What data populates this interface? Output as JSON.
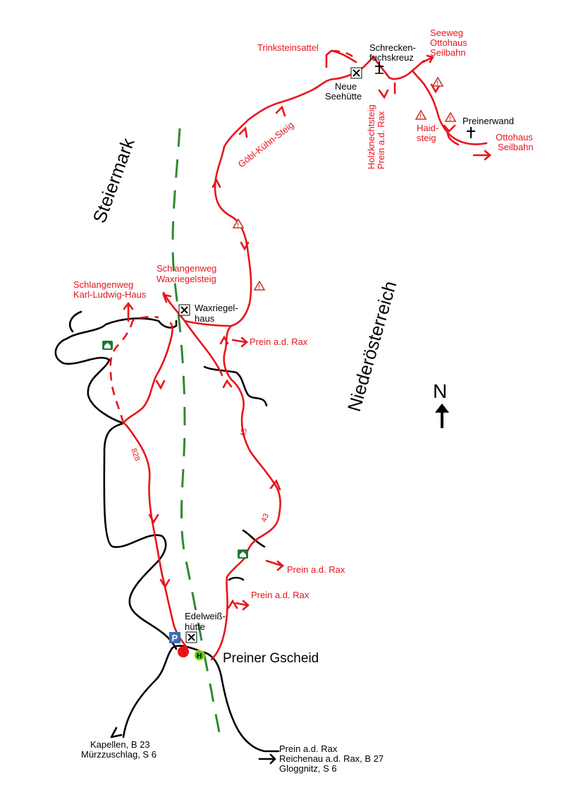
{
  "regions": {
    "left": "Steiermark",
    "right": "Niederösterreich"
  },
  "north_arrow": {
    "label": "N"
  },
  "place_labels": {
    "preiner_gscheid": "Preiner Gscheid",
    "edelweiss_1": "Edelweiß-",
    "edelweiss_2": "hütte",
    "waxriegel_1": "Waxriegel-",
    "waxriegel_2": "haus",
    "neue_1": "Neue",
    "neue_2": "Seehütte",
    "schrecken_1": "Schrecken-",
    "schrecken_2": "fuchskreuz",
    "preinerwand": "Preinerwand"
  },
  "destinations": {
    "kapellen_1": "Kapellen, B 23",
    "kapellen_2": "Mürzzuschlag, S 6",
    "prein_1": "Prein a.d. Rax",
    "prein_2": "Reichenau a.d. Rax, B 27",
    "prein_3": "Gloggnitz, S 6"
  },
  "trail_labels": {
    "trinksteinsattel": "Trinksteinsattel",
    "seeweg_1": "Seeweg",
    "seeweg_2": "Ottohaus",
    "seeweg_3": "Seilbahn",
    "holzknecht_1": "Holzknechtsteig",
    "holzknecht_2": "Prein a.d. Rax",
    "haid_1": "Haid-",
    "haid_2": "steig",
    "ottohaus_1": "Ottohaus",
    "ottohaus_2": "Seilbahn",
    "goebl": "Göbl-Kühn-Steig",
    "schlangen_wax_1": "Schlangenweg",
    "schlangen_wax_2": "Waxriegelsteig",
    "schlangen_kl_1": "Schlangenweg",
    "schlangen_kl_2": "Karl-Ludwig-Haus",
    "prein_wax": "Prein a.d. Rax",
    "prein_mid": "Prein a.d. Rax",
    "prein_low": "Prein a.d. Rax",
    "route_828": "828",
    "route_43a": "43",
    "route_43b": "43"
  },
  "symbols": {
    "parking": "P",
    "bus": "H",
    "warning": "!"
  },
  "colors": {
    "route": "#e8141b",
    "road": "#000000",
    "border": "#2e8b2e",
    "hut": "#1a7a3a",
    "parking": "#3a6fb4",
    "bus": "#49c232",
    "warning": "#c0392b"
  }
}
